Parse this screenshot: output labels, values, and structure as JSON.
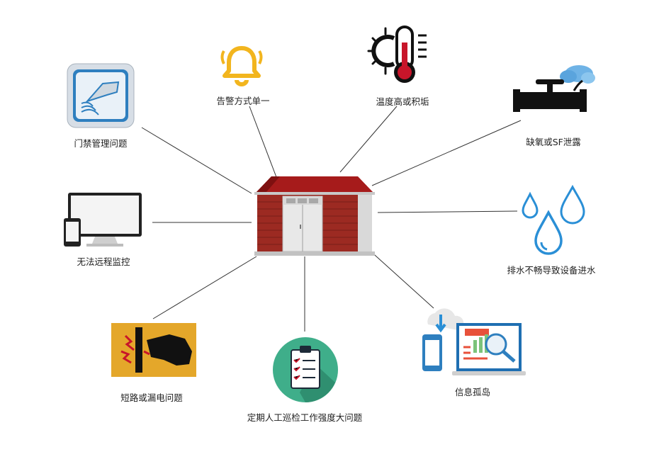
{
  "diagram": {
    "center": "substation-building",
    "issues": [
      {
        "id": "access",
        "label": "门禁管理问题",
        "icon": "card-reader-icon"
      },
      {
        "id": "alarm",
        "label": "告警方式单一",
        "icon": "bell-icon"
      },
      {
        "id": "temp",
        "label": "温度高或积垢",
        "icon": "thermometer-icon"
      },
      {
        "id": "oxygen",
        "label": "缺氧或SF泄露",
        "icon": "leaking-pipe-icon"
      },
      {
        "id": "remote",
        "label": "无法远程监控",
        "icon": "monitor-phone-icon"
      },
      {
        "id": "water",
        "label": "排水不畅导致设备进水",
        "icon": "water-drops-icon"
      },
      {
        "id": "short",
        "label": "短路或漏电问题",
        "icon": "electric-shock-icon"
      },
      {
        "id": "patrol",
        "label": "定期人工巡检工作强度大问题",
        "icon": "clipboard-icon"
      },
      {
        "id": "island",
        "label": "信息孤岛",
        "icon": "data-devices-icon"
      }
    ]
  },
  "colors": {
    "roof": "#a61b1b",
    "brick": "#9c2a22",
    "alarm_bell": "#f2b51e",
    "water": "#2a8fd6",
    "shock_bg": "#e4a72a",
    "clipboard_bg": "#3fae8a",
    "card_bg": "#2e7fbf"
  }
}
